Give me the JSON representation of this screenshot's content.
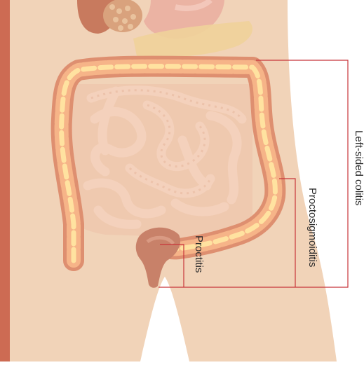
{
  "labels": {
    "left_sided": "Left-sided colitis",
    "proctosigmoiditis": "Proctosigmoiditis",
    "proctitis": "Proctitis"
  },
  "colors": {
    "skin": "#f1d3b8",
    "side_band": "#c9654c",
    "colon_wall": "#de8f70",
    "colon_fill": "#f6b488",
    "inflamed_core": "#ffe2a0",
    "small_intestine": "#f2c7ad",
    "bracket_line": "#c8353a"
  }
}
